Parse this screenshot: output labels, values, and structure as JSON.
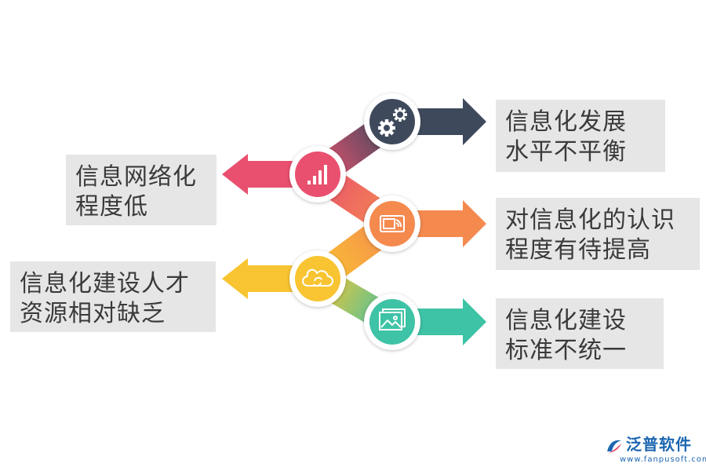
{
  "items": [
    {
      "lines": [
        "信息化发展",
        "水平不平衡"
      ],
      "icon": "gears-icon",
      "color": "#3e4a5c",
      "direction": "right"
    },
    {
      "lines": [
        "信息网络化",
        "程度低"
      ],
      "icon": "bar-chart-icon",
      "color": "#e9506f",
      "direction": "left"
    },
    {
      "lines": [
        "对信息化的认识",
        "程度有待提高"
      ],
      "icon": "screen-share-icon",
      "color": "#f58a4f",
      "direction": "right"
    },
    {
      "lines": [
        "信息化建设人才",
        "资源相对缺乏"
      ],
      "icon": "cloud-sync-icon",
      "color": "#f9c431",
      "direction": "left"
    },
    {
      "lines": [
        "信息化建设",
        "标准不统一"
      ],
      "icon": "image-gallery-icon",
      "color": "#3ec3a6",
      "direction": "right"
    }
  ],
  "logo": {
    "name": "泛普软件",
    "url": "www.fanpusoft.com"
  }
}
